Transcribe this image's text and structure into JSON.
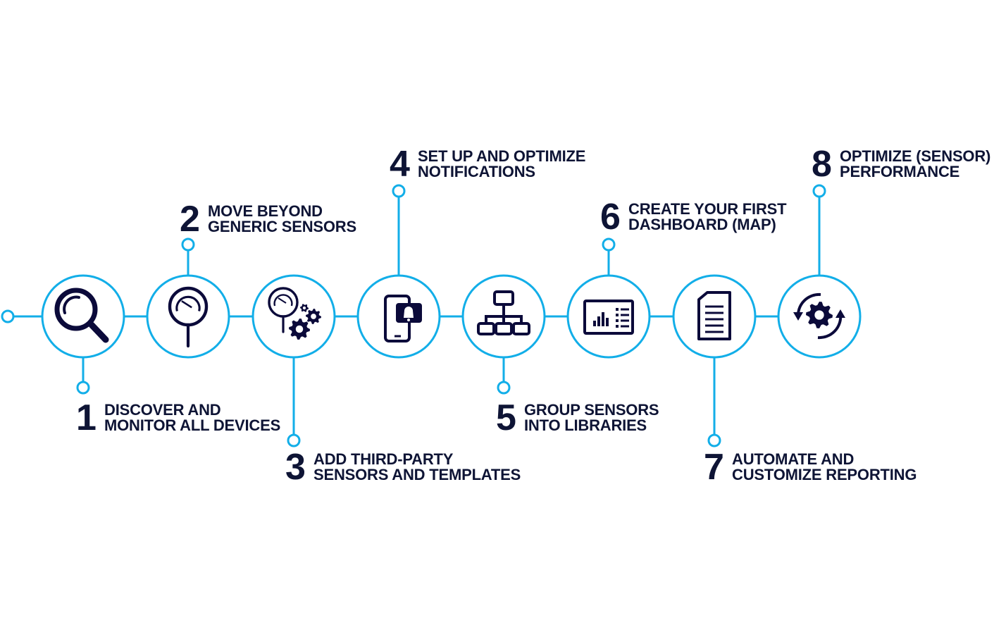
{
  "colors": {
    "line": "#12aee8",
    "icon": "#0b0a3a",
    "text": "#0e1435"
  },
  "steps": [
    {
      "number": "1",
      "line1": "DISCOVER AND",
      "line2": "MONITOR  ALL DEVICES",
      "icon": "magnifier-icon"
    },
    {
      "number": "2",
      "line1": "MOVE BEYOND",
      "line2": "GENERIC SENSORS",
      "icon": "gauge-icon"
    },
    {
      "number": "3",
      "line1": "ADD THIRD-PARTY",
      "line2": "SENSORS AND TEMPLATES",
      "icon": "gauge-gears-icon"
    },
    {
      "number": "4",
      "line1": "SET UP AND OPTIMIZE",
      "line2": "NOTIFICATIONS",
      "icon": "phone-bell-icon"
    },
    {
      "number": "5",
      "line1": "GROUP SENSORS",
      "line2": "INTO LIBRARIES",
      "icon": "hierarchy-icon"
    },
    {
      "number": "6",
      "line1": "CREATE YOUR FIRST",
      "line2": "DASHBOARD (MAP)",
      "icon": "dashboard-icon"
    },
    {
      "number": "7",
      "line1": "AUTOMATE AND",
      "line2": "CUSTOMIZE REPORTING",
      "icon": "document-icon"
    },
    {
      "number": "8",
      "line1": "OPTIMIZE (SENSOR)",
      "line2": "PERFORMANCE",
      "icon": "gear-cycle-icon"
    }
  ]
}
